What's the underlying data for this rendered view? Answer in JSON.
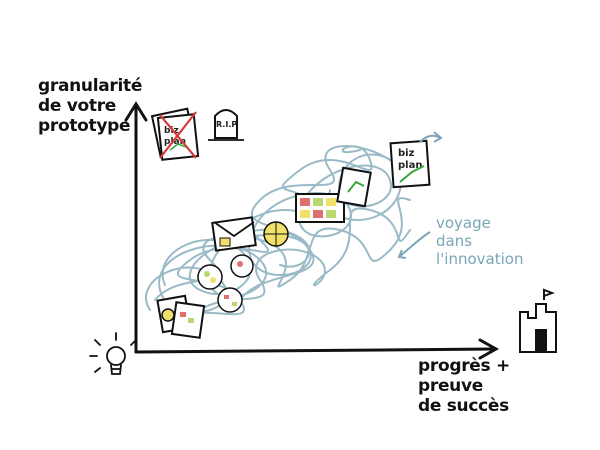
{
  "y_axis_label": [
    "granularité",
    "de votre",
    "prototype"
  ],
  "x_axis_label": [
    "progrès +",
    "preuve",
    "de succès"
  ],
  "annotation": [
    "voyage",
    "dans",
    "l'innovation"
  ],
  "tombstone_text": "R.I.P.",
  "business_plan_rejected": [
    "biz",
    "plan"
  ],
  "business_plan_final": [
    "biz",
    "plan"
  ],
  "icons": [
    "lightbulb-icon",
    "tombstone-icon",
    "castle-icon",
    "business-plan-icon",
    "scribble-path"
  ],
  "colors": {
    "ink": "#111111",
    "scribble": "#8fb3c0",
    "annotation": "#7aa6b6",
    "cross": "#d83a3a",
    "growth": "#3aa53a",
    "sticky_yellow": "#f1e06a",
    "sticky_green": "#b9d86f",
    "sticky_red": "#e07070"
  }
}
